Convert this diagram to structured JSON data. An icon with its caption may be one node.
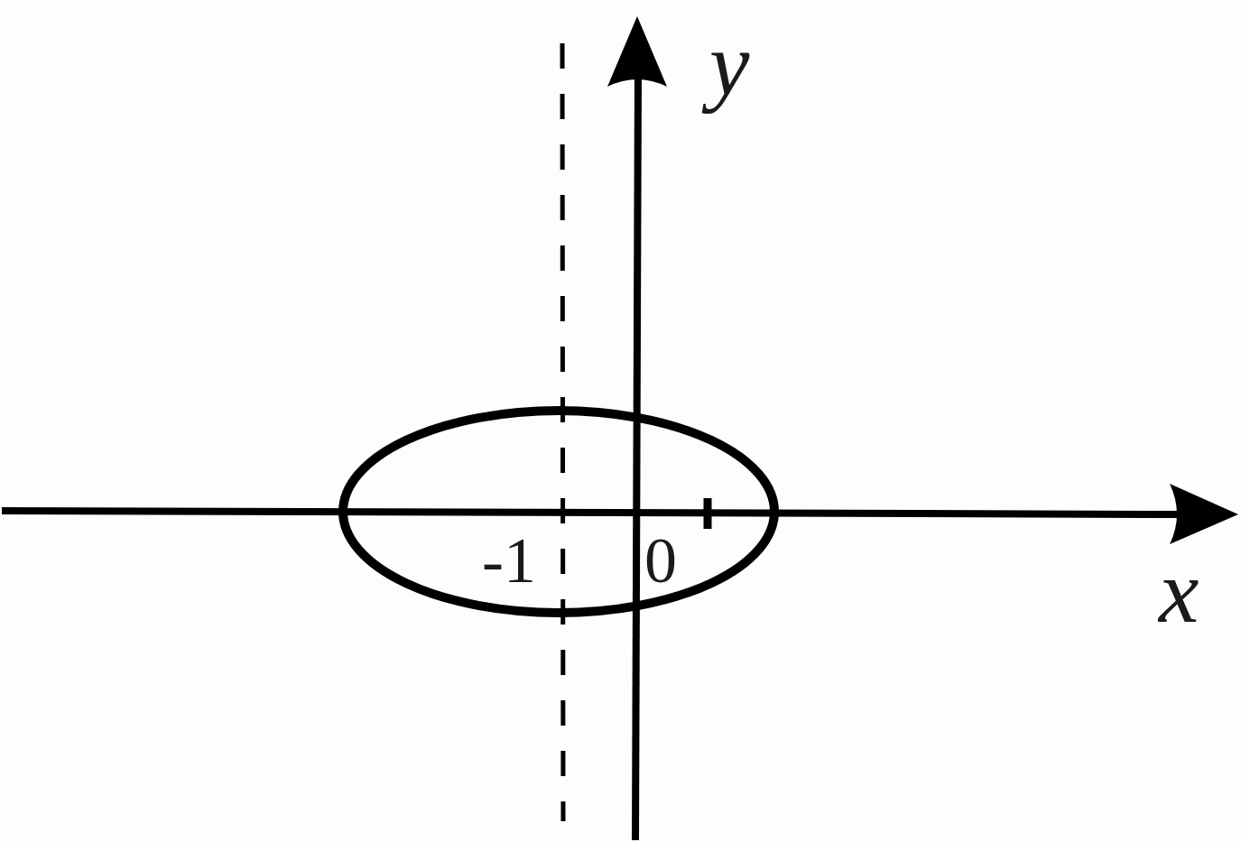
{
  "diagram": {
    "labels": [
      "y",
      "-1",
      "0",
      "x"
    ]
  }
}
